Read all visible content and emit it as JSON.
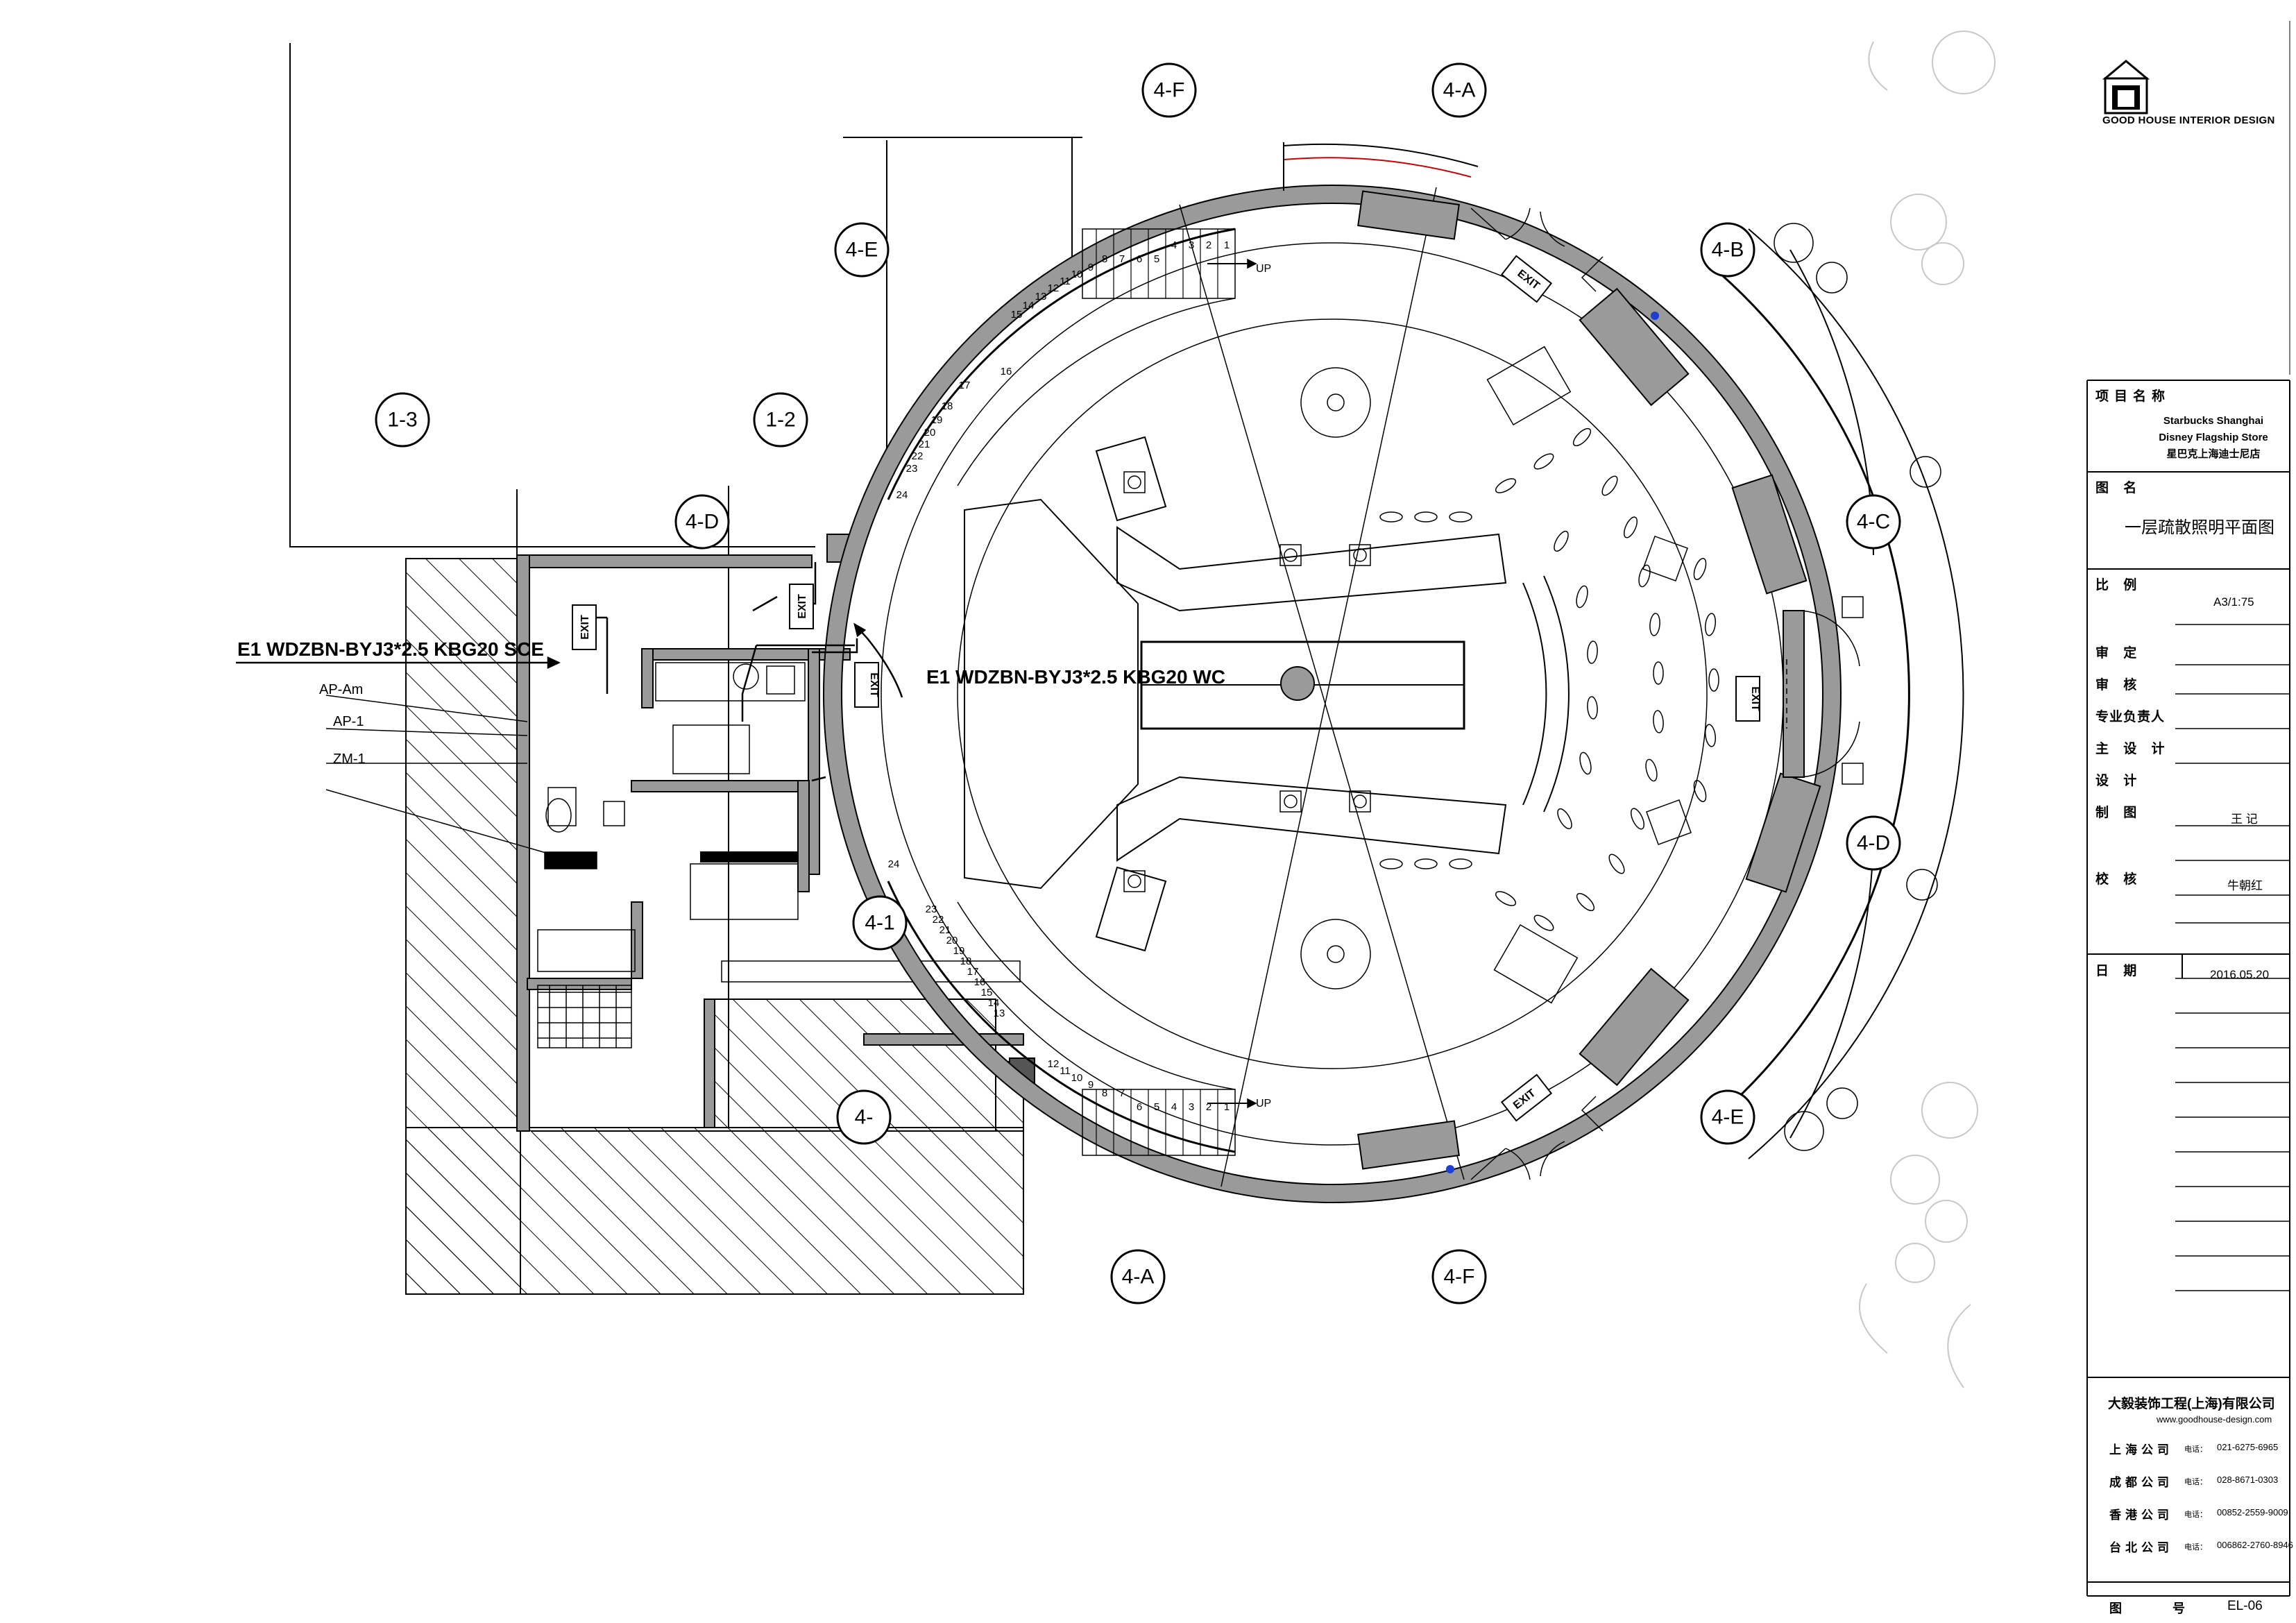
{
  "plan": {
    "axis_markers": {
      "m_4F_top": "4-F",
      "m_4A_top": "4-A",
      "m_4E": "4-E",
      "m_1_3": "1-3",
      "m_1_2": "1-2",
      "m_4D": "4-D",
      "m_4B": "4-B",
      "m_4C": "4-C",
      "m_4D_right": "4-D",
      "m_4E_right": "4-E",
      "m_4_1": "4-1",
      "m_4_bottom": "4-",
      "m_4A_bottom": "4-A",
      "m_4F_bottom": "4-F"
    },
    "circuit_labels": {
      "sce": "E1 WDZBN-BYJ3*2.5 KBG20 SCE",
      "wc": "E1 WDZBN-BYJ3*2.5 KBG20 WC"
    },
    "panel_labels": {
      "ap_am": "AP-Am",
      "ap_1": "AP-1",
      "zm_1": "ZM-1"
    },
    "exit_sign": "EXIT",
    "stair_up": "UP",
    "stair_top_numbers": [
      "1",
      "2",
      "3",
      "4",
      "5",
      "6",
      "7",
      "8",
      "9",
      "10",
      "11",
      "12",
      "13",
      "14",
      "15",
      "16",
      "17",
      "18",
      "19",
      "20",
      "21",
      "22",
      "23",
      "24"
    ],
    "stair_bottom_numbers": [
      "1",
      "2",
      "3",
      "4",
      "5",
      "6",
      "7",
      "8",
      "9",
      "10",
      "11",
      "12",
      "13",
      "14",
      "15",
      "16",
      "17",
      "18",
      "19",
      "20",
      "21",
      "22",
      "23",
      "24"
    ]
  },
  "title_block": {
    "brand": "GOOD HOUSE INTERIOR DESIGN",
    "project_label": "项目名称",
    "project_name_en_1": "Starbucks Shanghai",
    "project_name_en_2": "Disney Flagship Store",
    "project_name_cn": "星巴克上海迪士尼店",
    "drawing_title_label": "图 名",
    "drawing_title": "一层疏散照明平面图",
    "scale_label": "比 例",
    "scale": "A3/1:75",
    "review_label": "审 定",
    "audit_label": "审 核",
    "lead_label": "专业负责人",
    "chief_designer_label": "主 设 计",
    "designer_label": "设 计",
    "drafter_label": "制 图",
    "drafter": "王 记",
    "checker_label": "校 核",
    "checker": "牛朝红",
    "date_label": "日 期",
    "date": "2016.05.20",
    "company": "大毅装饰工程(上海)有限公司",
    "website": "www.goodhouse-design.com",
    "offices": [
      {
        "name": "上海公司",
        "tel_label": "电话：",
        "tel": "021-6275-6965"
      },
      {
        "name": "成都公司",
        "tel_label": "电话：",
        "tel": "028-8671-0303"
      },
      {
        "name": "香港公司",
        "tel_label": "电话：",
        "tel": "00852-2559-9009"
      },
      {
        "name": "台北公司",
        "tel_label": "电话：",
        "tel": "006862-2760-8946"
      }
    ],
    "drawing_no_label": "图 号",
    "drawing_no": "EL-06"
  },
  "colors": {
    "line": "#000000",
    "wall_fill": "#9a9a9a",
    "light_gray": "#c8c8c8",
    "accent_red": "#cc0000",
    "accent_blue": "#1f3fd0"
  }
}
